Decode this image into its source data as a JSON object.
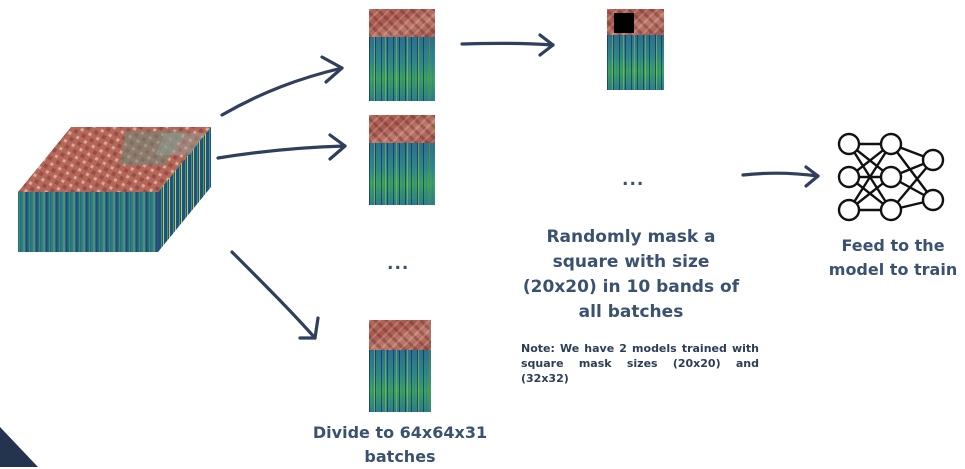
{
  "labels": {
    "divide": "Divide to 64x64x31 batches",
    "mask": "Randomly mask a square with size (20x20) in 10 bands of all batches",
    "feed": "Feed to the model to train",
    "note": "Note: We have 2 models trained with square mask sizes (20x20) and (32x32)"
  },
  "ellipses": {
    "batches": "...",
    "masked": "..."
  },
  "colors": {
    "text": "#3a5270",
    "arrow": "#2f3f5c",
    "corner": "#24344e",
    "mask": "#000000"
  },
  "icons": {
    "cube": "hyperspectral-cube-icon",
    "network": "neural-network-icon"
  }
}
